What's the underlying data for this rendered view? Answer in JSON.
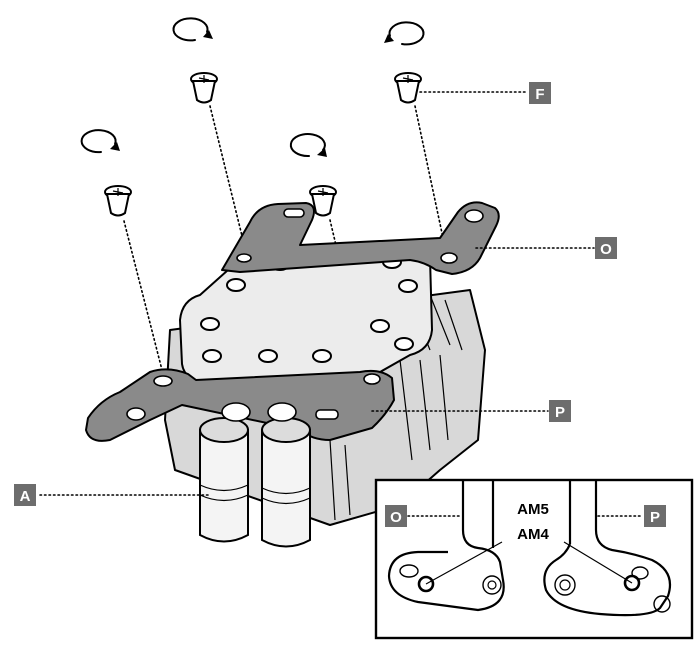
{
  "labels": {
    "a": "A",
    "f": "F",
    "o": "O",
    "p": "P",
    "inset_o": "O",
    "inset_p": "P"
  },
  "inset": {
    "am5": "AM5",
    "am4": "AM4"
  },
  "colors": {
    "label_box": "#6d6d6d",
    "bracket": "#8a8a8a",
    "plate": "#ececec"
  },
  "icons": {
    "rotation": "rotate-arrow-icon",
    "screw": "screw-icon"
  }
}
